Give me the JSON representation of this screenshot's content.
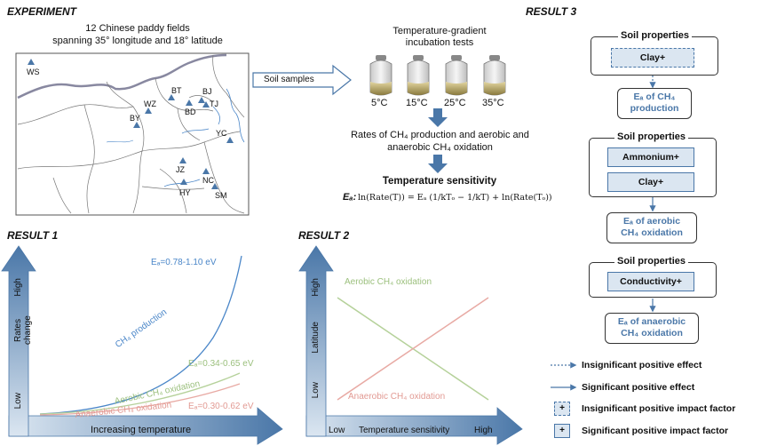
{
  "experiment": {
    "title": "EXPERIMENT",
    "sites_line1": "12 Chinese paddy fields",
    "sites_line2": "spanning 35° longitude and 18° latitude",
    "map_sites": [
      "WS",
      "BT",
      "BJ",
      "WZ",
      "BY",
      "TJ",
      "BD",
      "YC",
      "JZ",
      "NC",
      "HY",
      "SM"
    ],
    "soil_samples": "Soil samples",
    "incubation_line1": "Temperature-gradient",
    "incubation_line2": "incubation tests",
    "temperatures": [
      "5°C",
      "15°C",
      "25°C",
      "35°C"
    ],
    "rates_line1": "Rates of CH₄ production and aerobic and",
    "rates_line2": "anaerobic CH₄ oxidation",
    "sensitivity": "Temperature sensitivity",
    "equation_label": "Eₐ:",
    "equation": "ln(Rate(T)) = Eₐ (1/kTₒ − 1/kT) + ln(Rate(Tₒ))"
  },
  "result1": {
    "title": "RESULT 1",
    "ylabel": "Rates change",
    "y_high": "High",
    "y_low": "Low",
    "xlabel": "Increasing temperature",
    "curve1_label": "CH₄ production",
    "curve1_ea": "Eₐ=0.78-1.10 eV",
    "curve2_label": "Aerobic CH₄ oxidation",
    "curve2_ea": "Eₐ=0.34-0.65 eV",
    "curve3_label": "Anaerobic CH₄ oxidation",
    "curve3_ea": "Eₐ=0.30-0.62 eV",
    "colors": {
      "production": "#4a86c8",
      "aerobic": "#b5d19a",
      "anaerobic": "#e8aaa4"
    }
  },
  "result2": {
    "title": "RESULT 2",
    "ylabel": "Latitude",
    "y_high": "High",
    "y_low": "Low",
    "x_low": "Low",
    "xlabel": "Temperature sensitivity",
    "x_high": "High",
    "line1_label": "Aerobic CH₄ oxidation",
    "line2_label": "Anaerobic CH₄ oxidation"
  },
  "result3": {
    "title": "RESULT 3",
    "panel1": {
      "header": "Soil properties",
      "factors": [
        "Clay+"
      ],
      "outcome_line1": "Eₐ of CH₄",
      "outcome_line2": "production"
    },
    "panel2": {
      "header": "Soil properties",
      "factors": [
        "Ammonium+",
        "Clay+"
      ],
      "outcome_line1": "Eₐ of aerobic",
      "outcome_line2": "CH₄ oxidation"
    },
    "panel3": {
      "header": "Soil properties",
      "factors": [
        "Conductivity+"
      ],
      "outcome_line1": "Eₐ of anaerobic",
      "outcome_line2": "CH₄ oxidation"
    }
  },
  "legend": {
    "insig_effect": "Insignificant positive effect",
    "sig_effect": "Significant positive effect",
    "insig_factor": "Insignificant positive impact factor",
    "sig_factor": "Significant positive impact factor",
    "plus": "+"
  }
}
